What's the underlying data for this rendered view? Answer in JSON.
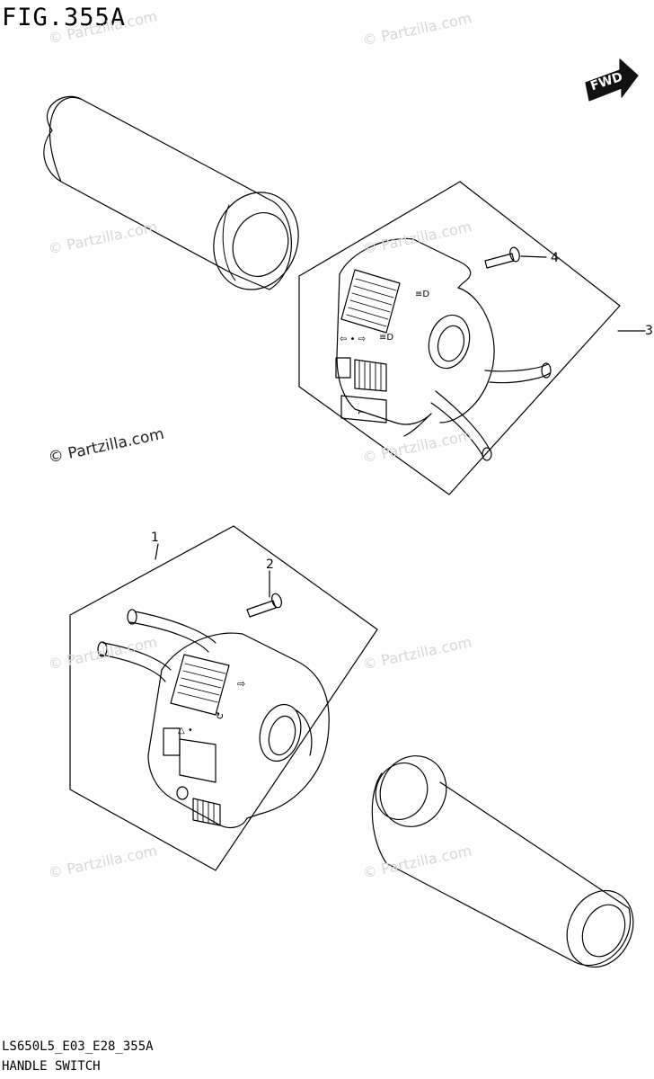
{
  "figure": {
    "title": "FIG.355A",
    "code": "LS650L5_E03_E28_355A",
    "name": "HANDLE SWITCH",
    "direction_badge": "FWD"
  },
  "callouts": [
    {
      "id": "1",
      "label": "1"
    },
    {
      "id": "2",
      "label": "2"
    },
    {
      "id": "3",
      "label": "3"
    },
    {
      "id": "4",
      "label": "4"
    }
  ],
  "watermarks": {
    "text": "© Partzilla.com",
    "dark_text": "© Partzilla.com"
  },
  "colors": {
    "line": "#000000",
    "watermark": "#d6d6d6",
    "badge": "#111111"
  }
}
